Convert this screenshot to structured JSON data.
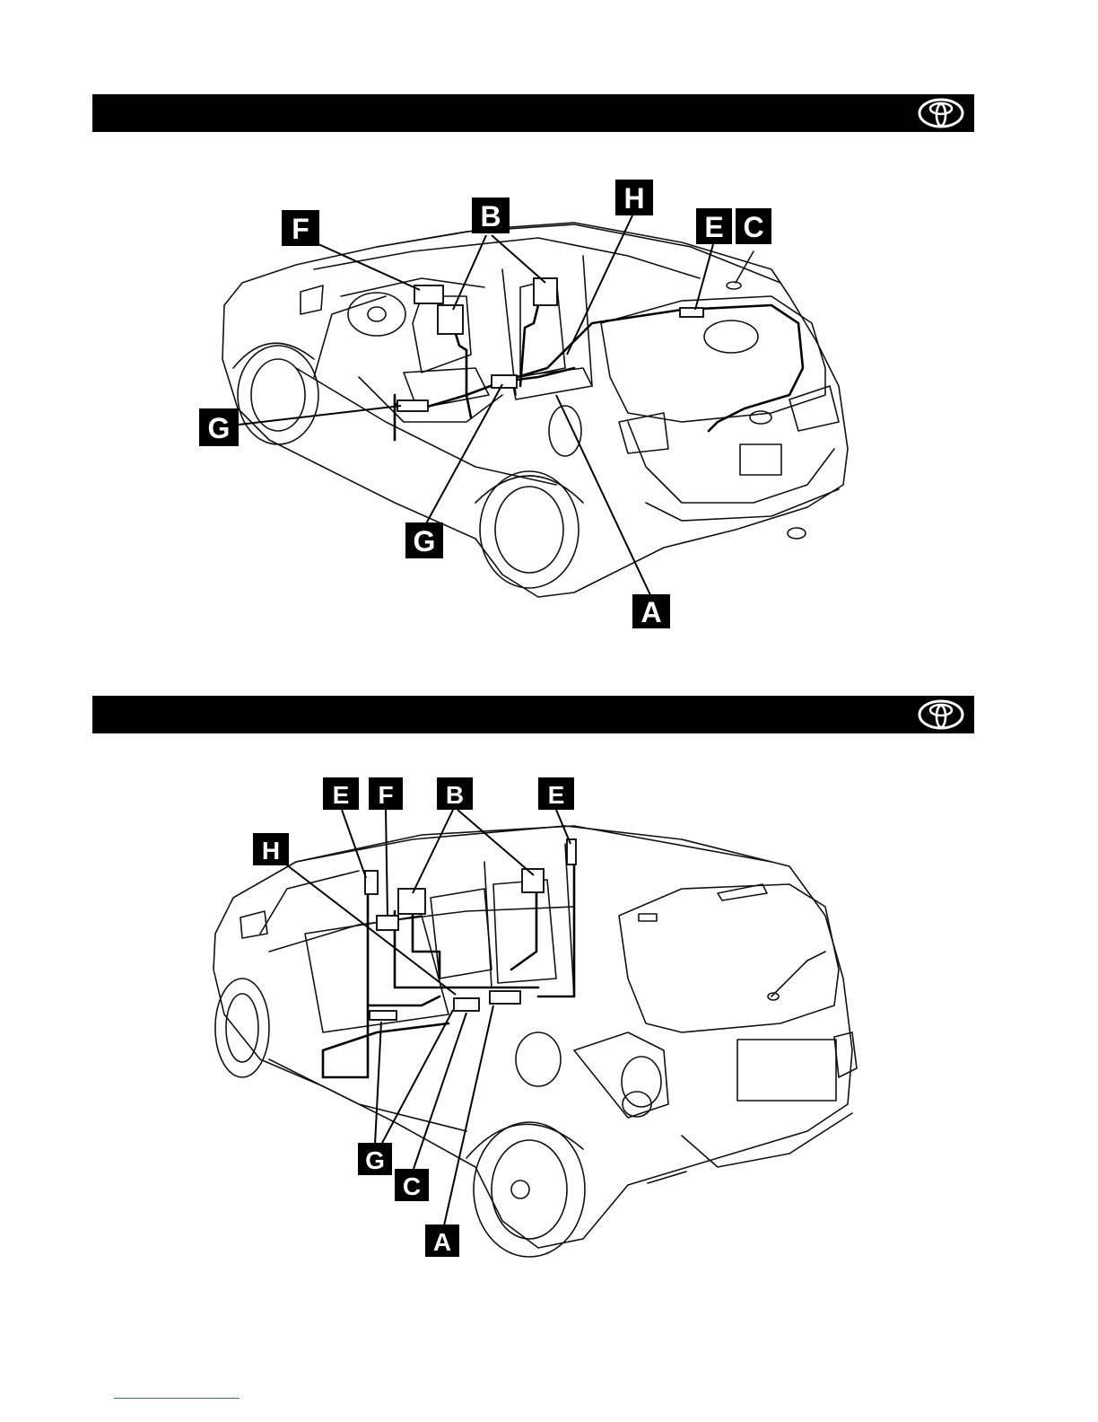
{
  "brand": {
    "logo_icon": "toyota-logo-icon",
    "header_color": "#000000"
  },
  "top_diagram": {
    "labels": [
      "F",
      "B",
      "H",
      "E",
      "C",
      "G",
      "G",
      "A"
    ]
  },
  "bottom_diagram": {
    "labels": [
      "E",
      "F",
      "B",
      "E",
      "H",
      "G",
      "C",
      "A"
    ]
  }
}
